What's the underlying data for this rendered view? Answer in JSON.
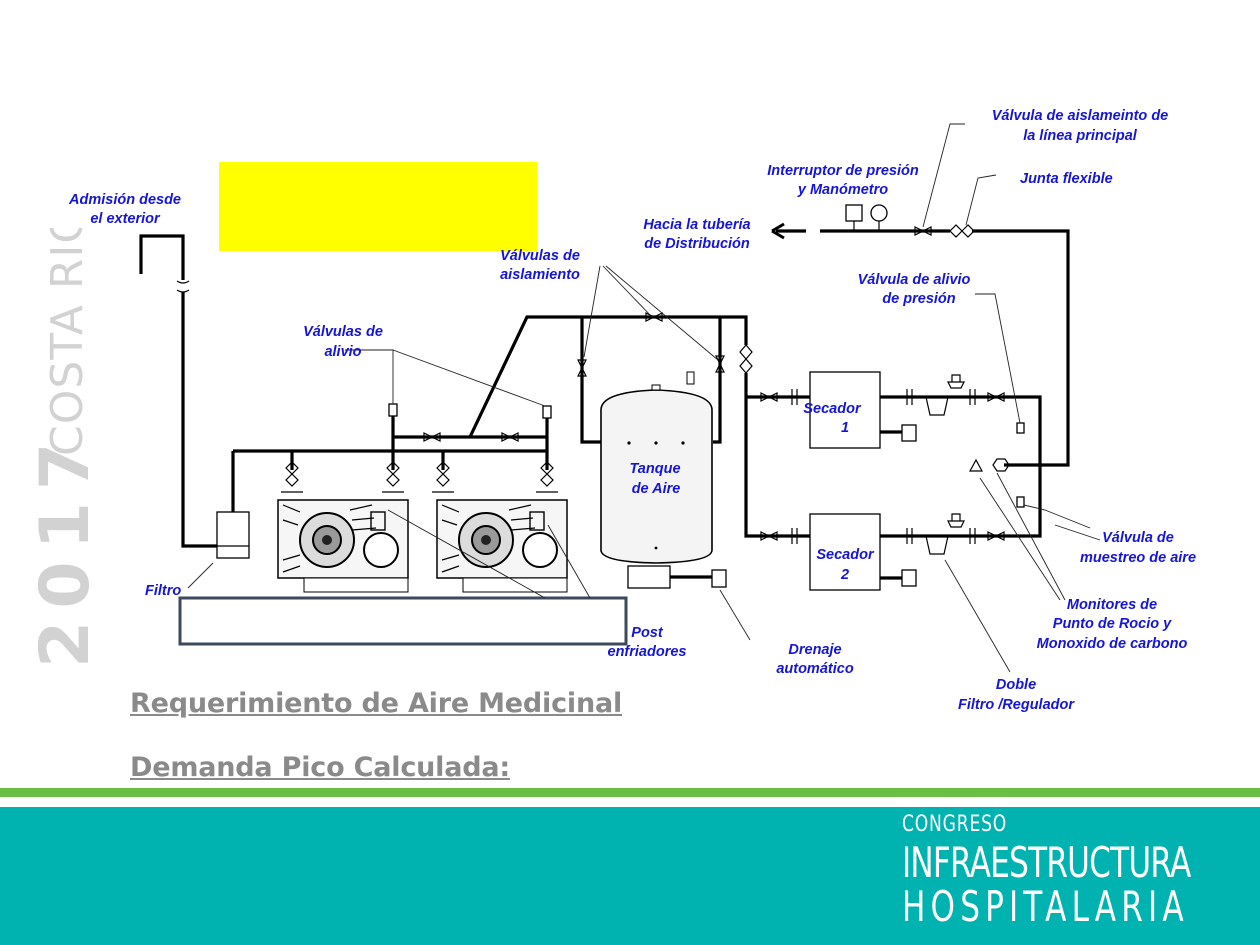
{
  "side_text": {
    "year": "2017",
    "country": "COSTA RICA"
  },
  "labels": {
    "admision_1": "Admisión desde",
    "admision_2": "el exterior",
    "filtro": "Filtro",
    "valv_alivio_1": "Válvulas de",
    "valv_alivio_2": "alivio",
    "valv_aisl_1": "Válvulas de",
    "valv_aisl_2": "aislamiento",
    "hacia_1": "Hacia la tubería",
    "hacia_2": "de Distribución",
    "interruptor_1": "Interruptor de presión",
    "interruptor_2": "y Manómetro",
    "valv_linea_1": "Válvula de aislameinto de",
    "valv_linea_2": "la línea principal",
    "junta": "Junta flexible",
    "valv_presion_1": "Válvula de alivio",
    "valv_presion_2": "de presión",
    "tanque_1": "Tanque",
    "tanque_2": "de Aire",
    "secador1_1": "Secador",
    "secador1_2": "1",
    "secador2_1": "Secador",
    "secador2_2": "2",
    "post_1": "Post",
    "post_2": "enfriadores",
    "drenaje_1": "Drenaje",
    "drenaje_2": "automático",
    "muestreo_1": "Válvula de",
    "muestreo_2": "muestreo de aire",
    "monitores_1": "Monitores de",
    "monitores_2": "Punto de Rocio y",
    "monitores_3": "Monoxido de carbono",
    "doble_1": "Doble",
    "doble_2": "Filtro /Regulador"
  },
  "headings": {
    "requerimiento": "Requerimiento de Aire Medicinal",
    "demanda": "Demanda Pico  Calculada:"
  },
  "logo": {
    "line1": "CONGRESO",
    "line2": "INFRAESTRUCTURA",
    "line3": "HOSPITALARIA"
  },
  "colors": {
    "label_blue": "#1515d8",
    "highlight_yellow": "#ffff00",
    "band_green": "#6cbf45",
    "band_teal": "#00b3b0",
    "heading_gray": "#8a8a8a"
  }
}
